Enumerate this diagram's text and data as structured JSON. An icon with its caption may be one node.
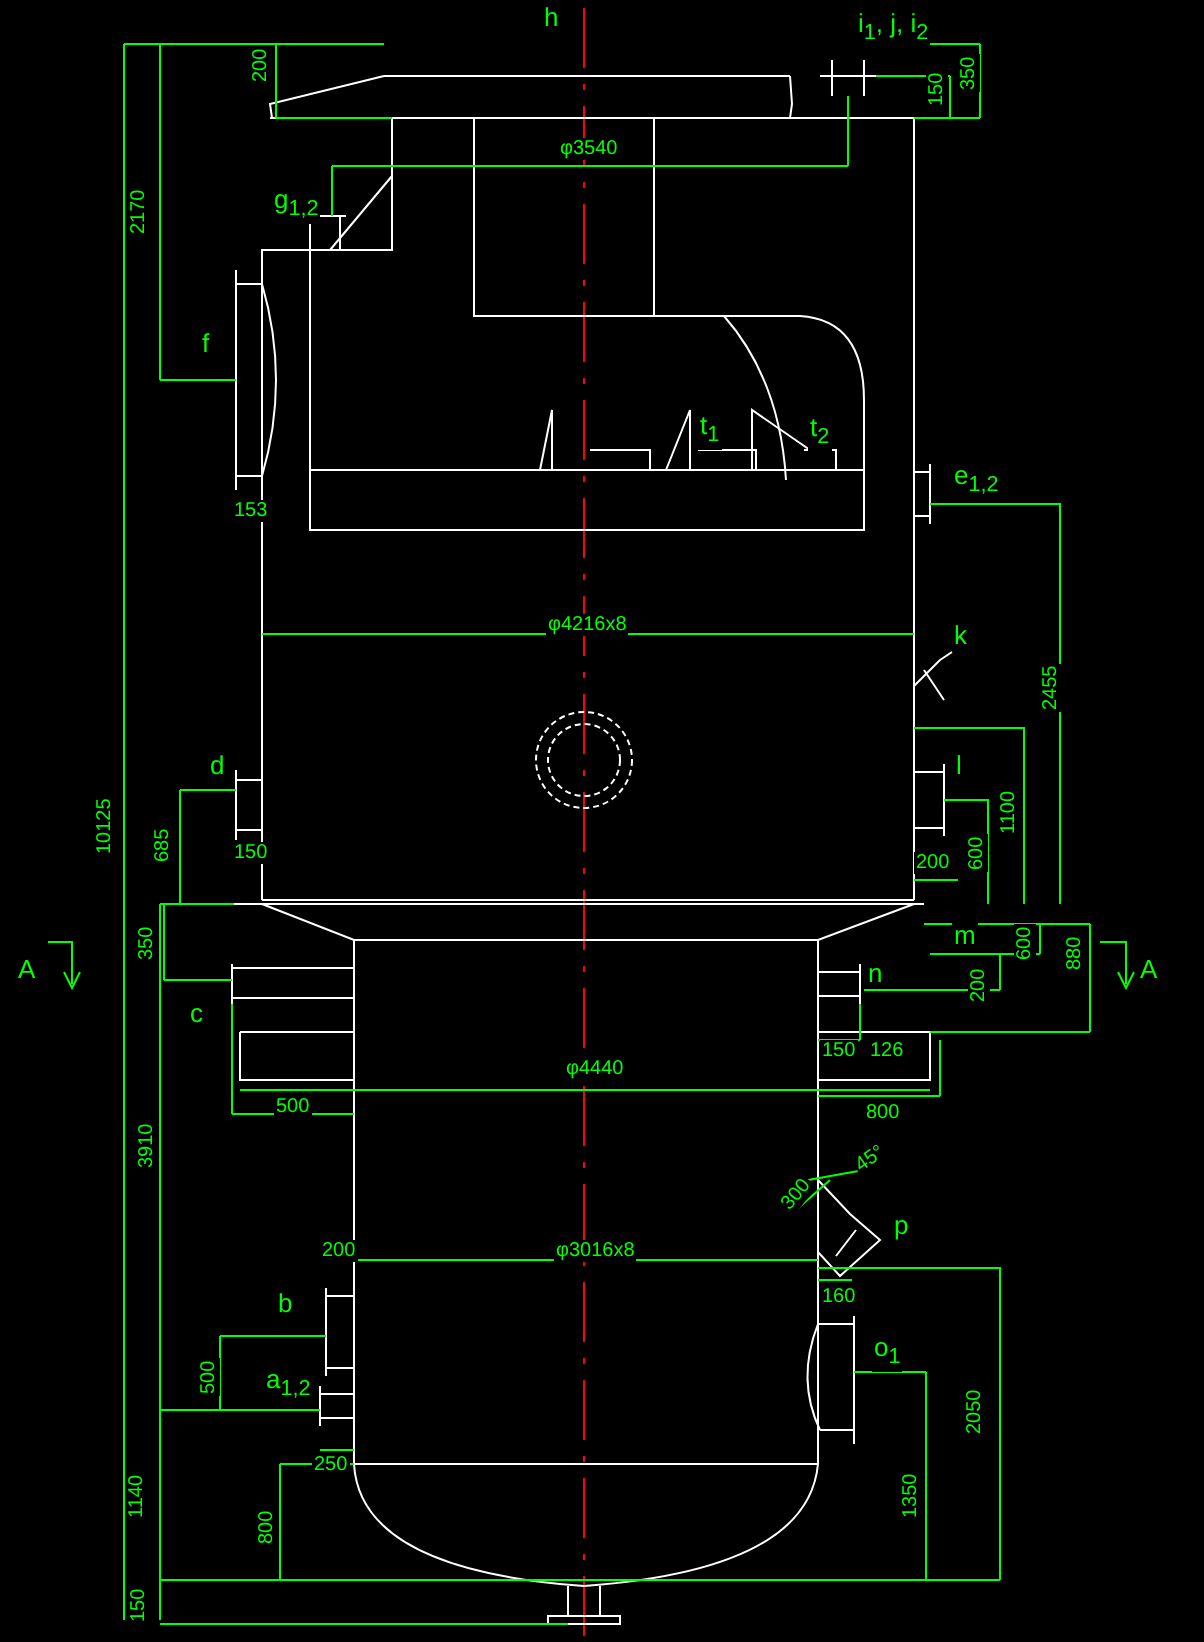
{
  "diagram": {
    "labels": [
      "h",
      "i$_{1}$, j, i$_{2}$",
      "200",
      "150",
      "350",
      "φ3540",
      "2170",
      "g$_{1,2}$",
      "f",
      "t$_{1}$",
      "t$_{2}$",
      "e$_{1,2}$",
      "153",
      "φ4216x8",
      "k",
      "2455",
      "d",
      "l",
      "10125",
      "685",
      "150",
      "200",
      "600",
      "1100",
      "A",
      "350",
      "c",
      "A",
      "m",
      "n",
      "600",
      "200",
      "880",
      "150",
      "126",
      "φ4440",
      "500",
      "800",
      "3910",
      "45°",
      "300",
      "p",
      "200",
      "φ3016x8",
      "b",
      "160",
      "o$_{1}$",
      "500",
      "a$_{1,2}$",
      "250",
      "1140",
      "800",
      "1350",
      "2050",
      "150"
    ]
  }
}
